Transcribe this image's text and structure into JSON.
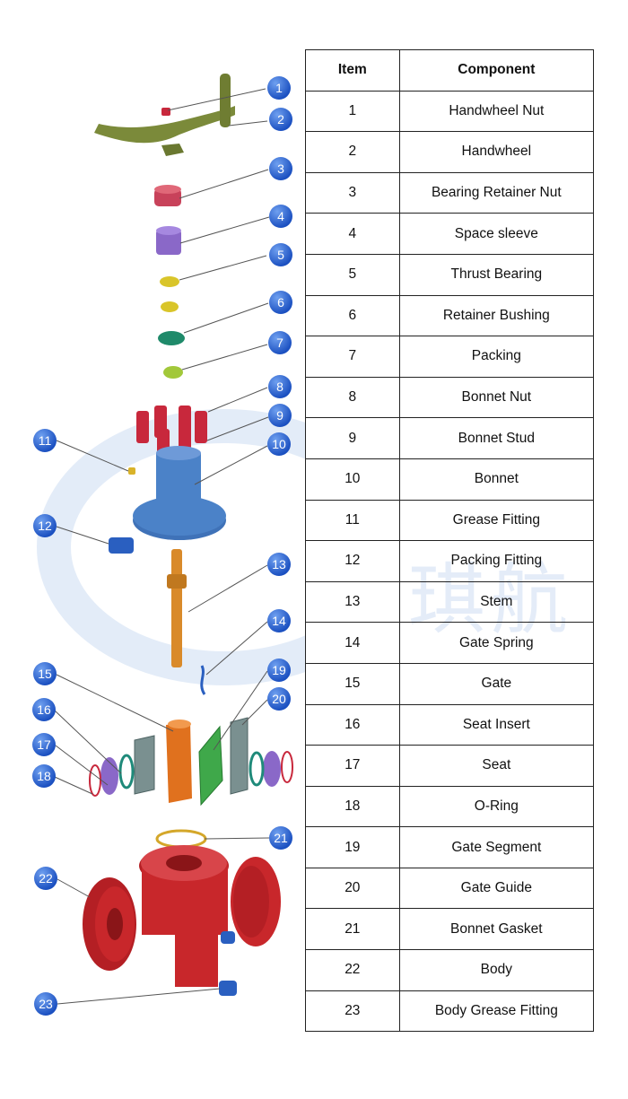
{
  "table": {
    "headers": {
      "item": "Item",
      "component": "Component"
    },
    "rows": [
      {
        "item": "1",
        "component": "Handwheel Nut"
      },
      {
        "item": "2",
        "component": "Handwheel"
      },
      {
        "item": "3",
        "component": "Bearing Retainer Nut"
      },
      {
        "item": "4",
        "component": "Space sleeve"
      },
      {
        "item": "5",
        "component": "Thrust Bearing"
      },
      {
        "item": "6",
        "component": "Retainer Bushing"
      },
      {
        "item": "7",
        "component": "Packing"
      },
      {
        "item": "8",
        "component": "Bonnet Nut"
      },
      {
        "item": "9",
        "component": "Bonnet Stud"
      },
      {
        "item": "10",
        "component": "Bonnet"
      },
      {
        "item": "11",
        "component": "Grease Fitting"
      },
      {
        "item": "12",
        "component": "Packing Fitting"
      },
      {
        "item": "13",
        "component": "Stem"
      },
      {
        "item": "14",
        "component": "Gate Spring"
      },
      {
        "item": "15",
        "component": "Gate"
      },
      {
        "item": "16",
        "component": "Seat Insert"
      },
      {
        "item": "17",
        "component": "Seat"
      },
      {
        "item": "18",
        "component": "O-Ring"
      },
      {
        "item": "19",
        "component": "Gate Segment"
      },
      {
        "item": "20",
        "component": "Gate Guide"
      },
      {
        "item": "21",
        "component": "Bonnet Gasket"
      },
      {
        "item": "22",
        "component": "Body"
      },
      {
        "item": "23",
        "component": "Body Grease Fitting"
      }
    ]
  },
  "watermark": {
    "text": "琪航"
  },
  "callouts": [
    "1",
    "2",
    "3",
    "4",
    "5",
    "6",
    "7",
    "8",
    "9",
    "10",
    "11",
    "12",
    "13",
    "14",
    "15",
    "16",
    "17",
    "18",
    "19",
    "20",
    "21",
    "22",
    "23"
  ],
  "colors": {
    "callout_blue": "#1f5fd6",
    "handwheel_green": "#7b8a3a",
    "bonnet_blue": "#4b82c8",
    "stud_red": "#c8283c",
    "stem_orange": "#d98a2a",
    "gate_orange": "#e0711e",
    "segment_green": "#3fa84a",
    "body_red": "#c8272b",
    "gasket_gold": "#d4a72a",
    "purple": "#8a68c8",
    "yellow": "#d9c52a",
    "teal": "#1f8a6a",
    "lime": "#a2c83a"
  }
}
